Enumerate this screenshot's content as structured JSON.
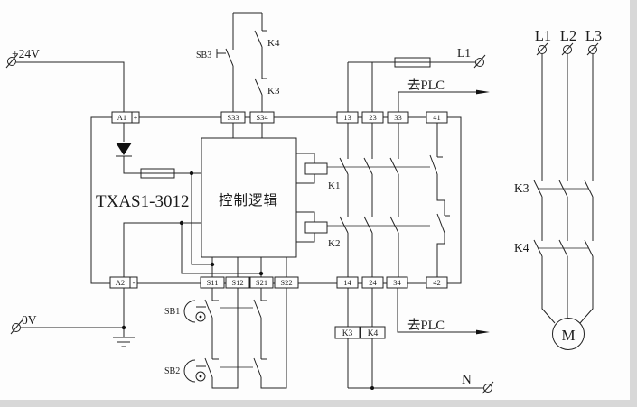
{
  "colors": {
    "line": "#222222",
    "background": "#fdfdfd",
    "edge_band": "#d8d8d8"
  },
  "power": {
    "plus24": "+24V",
    "zero": "0V",
    "line1_feed": "L1",
    "neutral": "N"
  },
  "module": {
    "model": "TXAS1-3012",
    "logic": "控制逻辑",
    "relay1": "K1",
    "relay2": "K2",
    "top_terminals": {
      "a1": "A1",
      "a1_sign": "+",
      "s33": "S33",
      "s34": "S34",
      "c13": "13",
      "c23": "23",
      "c33": "33",
      "c41": "41"
    },
    "bottom_terminals": {
      "a2": "A2",
      "a2_sign": "-",
      "s11": "S11",
      "s12": "S12",
      "s21": "S21",
      "s22": "S22",
      "c14": "14",
      "c24": "24",
      "c34": "34",
      "c42": "42"
    }
  },
  "start_circuit": {
    "button": "SB3",
    "feedback_contact_k4": "K4",
    "feedback_contact_k3": "K3"
  },
  "estop": {
    "sb1": "SB1",
    "sb2": "SB2"
  },
  "plc": {
    "to_plc_top": "去PLC",
    "to_plc_bottom": "去PLC"
  },
  "contactors": {
    "coil_k3": "K3",
    "coil_k4": "K4"
  },
  "motor_circuit": {
    "l1": "L1",
    "l2": "L2",
    "l3": "L3",
    "k3_row": "K3",
    "k4_row": "K4",
    "motor": "M"
  }
}
